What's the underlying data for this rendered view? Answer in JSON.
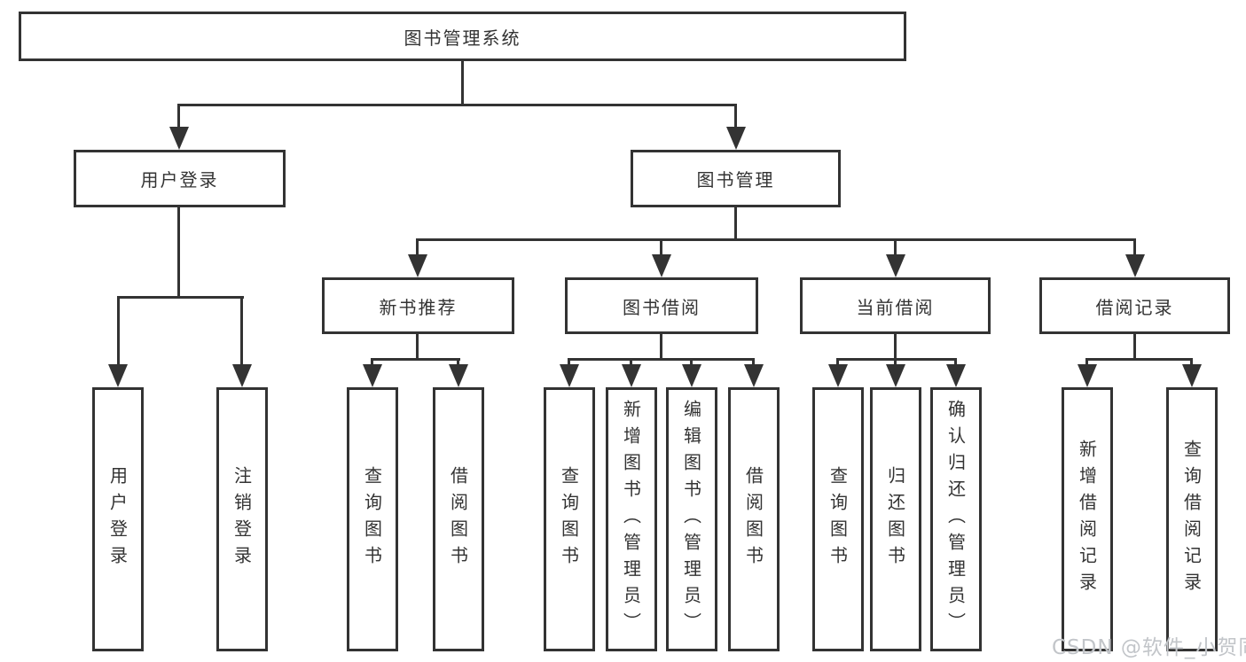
{
  "diagram": {
    "root": {
      "id": "library-system",
      "label": "图书管理系统"
    },
    "level2": [
      {
        "id": "user-login",
        "label": "用户登录",
        "parent": "library-system"
      },
      {
        "id": "book-management",
        "label": "图书管理",
        "parent": "library-system"
      }
    ],
    "level3": [
      {
        "id": "new-book-recommendation",
        "label": "新书推荐",
        "parent": "book-management"
      },
      {
        "id": "book-borrowing",
        "label": "图书借阅",
        "parent": "book-management"
      },
      {
        "id": "current-borrowing",
        "label": "当前借阅",
        "parent": "book-management"
      },
      {
        "id": "borrowing-records",
        "label": "借阅记录",
        "parent": "book-management"
      }
    ],
    "leaves": [
      {
        "label": "用户登录",
        "parent": "user-login"
      },
      {
        "label": "注销登录",
        "parent": "user-login"
      },
      {
        "label": "查询图书",
        "parent": "new-book-recommendation"
      },
      {
        "label": "借阅图书",
        "parent": "new-book-recommendation"
      },
      {
        "label": "查询图书",
        "parent": "book-borrowing"
      },
      {
        "label": "新增图书（管理员）",
        "parent": "book-borrowing"
      },
      {
        "label": "编辑图书（管理员）",
        "parent": "book-borrowing"
      },
      {
        "label": "借阅图书",
        "parent": "book-borrowing"
      },
      {
        "label": "查询图书",
        "parent": "current-borrowing"
      },
      {
        "label": "归还图书",
        "parent": "current-borrowing"
      },
      {
        "label": "确认归还（管理员）",
        "parent": "current-borrowing"
      },
      {
        "label": "新增借阅记录",
        "parent": "borrowing-records"
      },
      {
        "label": "查询借阅记录",
        "parent": "borrowing-records"
      }
    ],
    "colors": {
      "line": "#333333",
      "box_border": "#333333",
      "text": "#333333",
      "background": "#ffffff"
    }
  },
  "watermark": {
    "text": "CSDN @软件_小贺同学",
    "color": "#c2c5c9"
  }
}
